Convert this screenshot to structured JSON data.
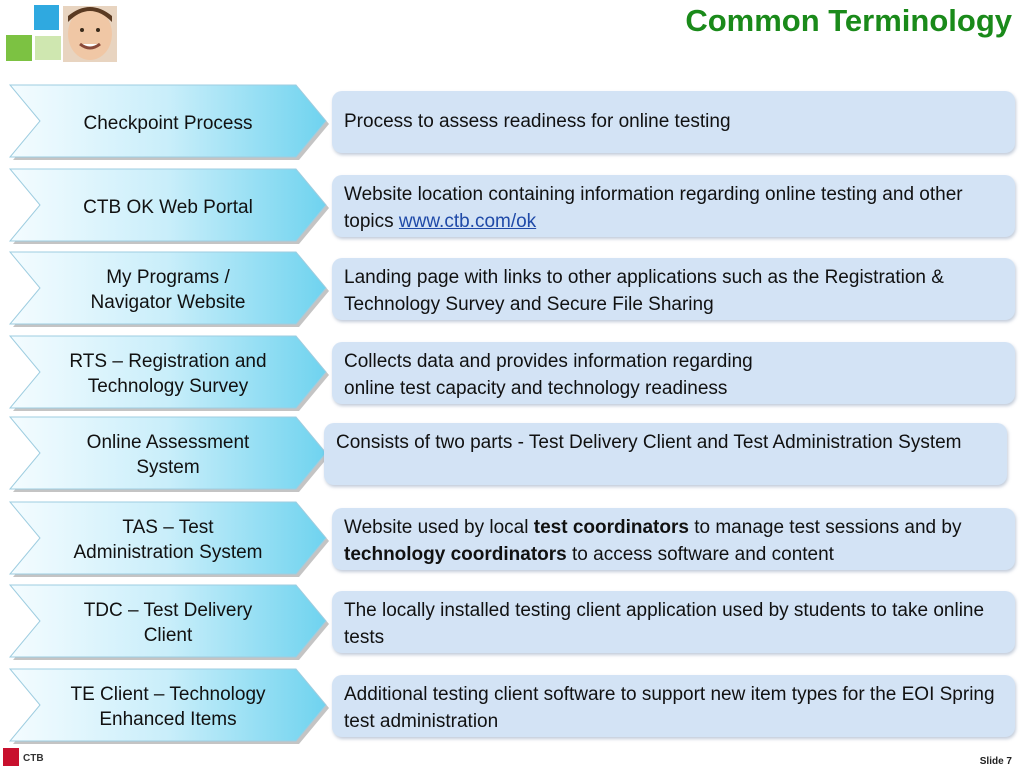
{
  "title": "Common Terminology",
  "colors": {
    "title": "#1a8a1a",
    "defbox": "#d3e3f5",
    "chevron": "#6fd3ef",
    "link": "#1f4aa8"
  },
  "terms": [
    {
      "term": "Checkpoint Process",
      "def_parts": [
        {
          "text": "Process to assess readiness for online testing"
        }
      ]
    },
    {
      "term": "CTB OK Web Portal",
      "def_parts": [
        {
          "text": "Website location containing information regarding online testing and other topics "
        },
        {
          "text": "www.ctb.com/ok",
          "link": true
        }
      ]
    },
    {
      "term": "My Programs /\nNavigator Website",
      "def_parts": [
        {
          "text": "Landing page with links to other applications such as the Registration & Technology Survey and Secure File Sharing"
        }
      ]
    },
    {
      "term": "RTS – Registration and\nTechnology Survey",
      "def_parts": [
        {
          "text": "Collects data and provides information regarding\nonline test capacity and technology readiness"
        }
      ]
    },
    {
      "term": "Online Assessment\nSystem",
      "def_parts": [
        {
          "text": "Consists of two parts - Test Delivery Client and Test Administration System"
        }
      ]
    },
    {
      "term": "TAS – Test\nAdministration System",
      "def_parts": [
        {
          "text": "Website used by local "
        },
        {
          "text": "test coordinators",
          "bold": true
        },
        {
          "text": " to manage test sessions and by "
        },
        {
          "text": "technology coordinators",
          "bold": true
        },
        {
          "text": " to access software and content"
        }
      ]
    },
    {
      "term": "TDC – Test Delivery\nClient",
      "def_parts": [
        {
          "text": "The locally installed testing client application used by students to take online tests"
        }
      ]
    },
    {
      "term": "TE Client – Technology\nEnhanced Items",
      "def_parts": [
        {
          "text": "Additional testing client software to support new item types for the EOI Spring test administration"
        }
      ]
    }
  ],
  "footer": {
    "slide_label": "Slide 7",
    "logo_text": "CTB"
  }
}
